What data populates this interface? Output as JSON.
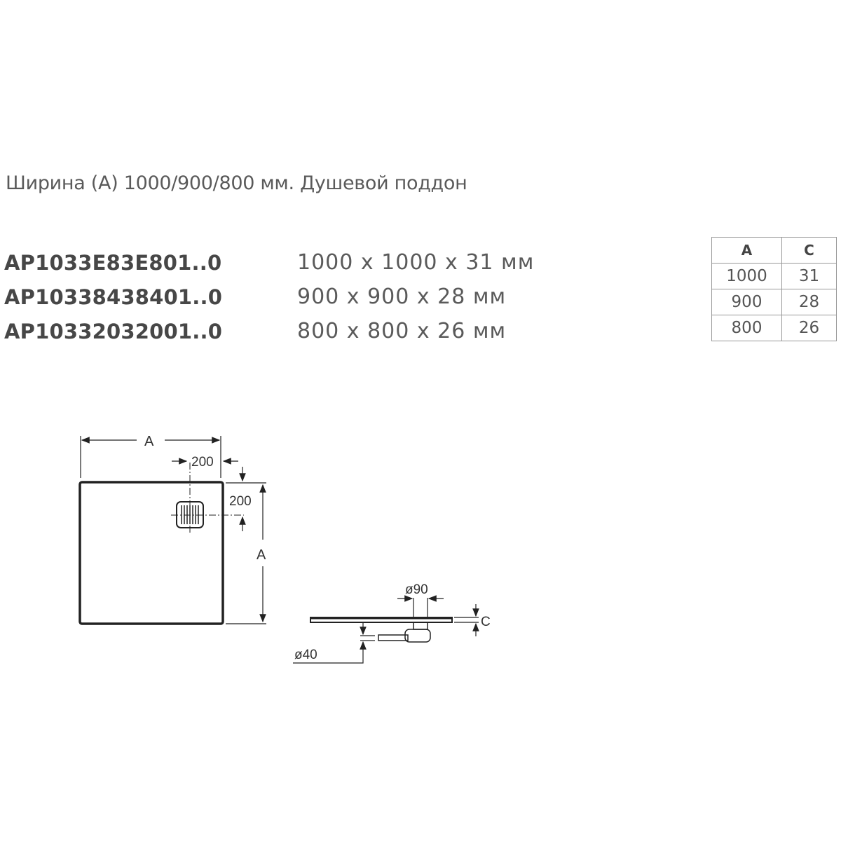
{
  "title": "Ширина (А) 1000/900/800 мм. Душевой поддон",
  "models": [
    {
      "code": "AP1033E83E801..0",
      "dims": "1000 x 1000 x 31 мм"
    },
    {
      "code": "AP10338438401..0",
      "dims": "900 x 900 x 28 мм"
    },
    {
      "code": "AP10332032001..0",
      "dims": "800 x 800 x 26 мм"
    }
  ],
  "spec_table": {
    "headers": [
      "A",
      "C"
    ],
    "rows": [
      [
        "1000",
        "31"
      ],
      [
        "900",
        "28"
      ],
      [
        "800",
        "26"
      ]
    ]
  },
  "drawing": {
    "top_view": {
      "width_label": "A",
      "height_label": "A",
      "drain_offset_x": "200",
      "drain_offset_y": "200"
    },
    "side_view": {
      "drain_diameter": "ø90",
      "outlet_diameter": "ø40",
      "thickness_label": "C"
    }
  }
}
